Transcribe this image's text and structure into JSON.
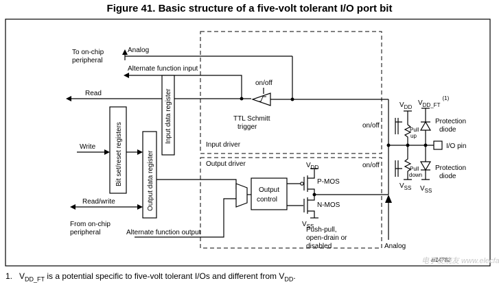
{
  "title": "Figure 41. Basic structure of a five-volt tolerant I/O port bit",
  "labels": {
    "analog_top": "Analog",
    "to_onchip_1": "To on-chip",
    "to_onchip_2": "peripheral",
    "alt_input": "Alternate function input",
    "read": "Read",
    "write": "Write",
    "read_write": "Read/write",
    "from_onchip_1": "From on-chip",
    "from_onchip_2": "peripheral",
    "alt_output": "Alternate function output",
    "bit_set_reset": "Bit set/reset registers",
    "input_data_register": "Input data register",
    "output_data_register": "Output data register",
    "on_off_schmitt": "on/off",
    "ttl_schmitt_1": "TTL Schmitt",
    "ttl_schmitt_2": "trigger",
    "input_driver": "Input driver",
    "output_driver": "Output driver",
    "output_control_1": "Output",
    "output_control_2": "control",
    "vdd": "V",
    "vdd_sub": "DD",
    "vss": "V",
    "vss_sub": "SS",
    "pmos": "P-MOS",
    "nmos": "N-MOS",
    "mode_1": "Push-pull,",
    "mode_2": "open-drain or",
    "mode_3": "disabled",
    "analog_bottom": "Analog",
    "on_off_pullup": "on/off",
    "on_off_pulldown": "on/off",
    "pull_up_1": "Pull",
    "pull_up_2": "up",
    "pull_down_1": "Pull",
    "pull_down_2": "down",
    "vdd_ft": "V",
    "vdd_ft_sub": "DD_FT",
    "vdd_ft_note": "(1)",
    "protection_diode_1": "Protection",
    "protection_diode_2": "diode",
    "protection_diode_3": "Protection",
    "protection_diode_4": "diode",
    "io_pin": "I/O pin",
    "figure_code": "ai14782"
  },
  "footnote": {
    "number": "1.",
    "v1": "V",
    "v1_sub": "DD_FT",
    "mid": " is a potential specific to five-volt tolerant I/Os and different from ",
    "v2": "V",
    "v2_sub": "DD",
    "end": "."
  },
  "watermark": "电子发烧友 www.elecfans.com"
}
